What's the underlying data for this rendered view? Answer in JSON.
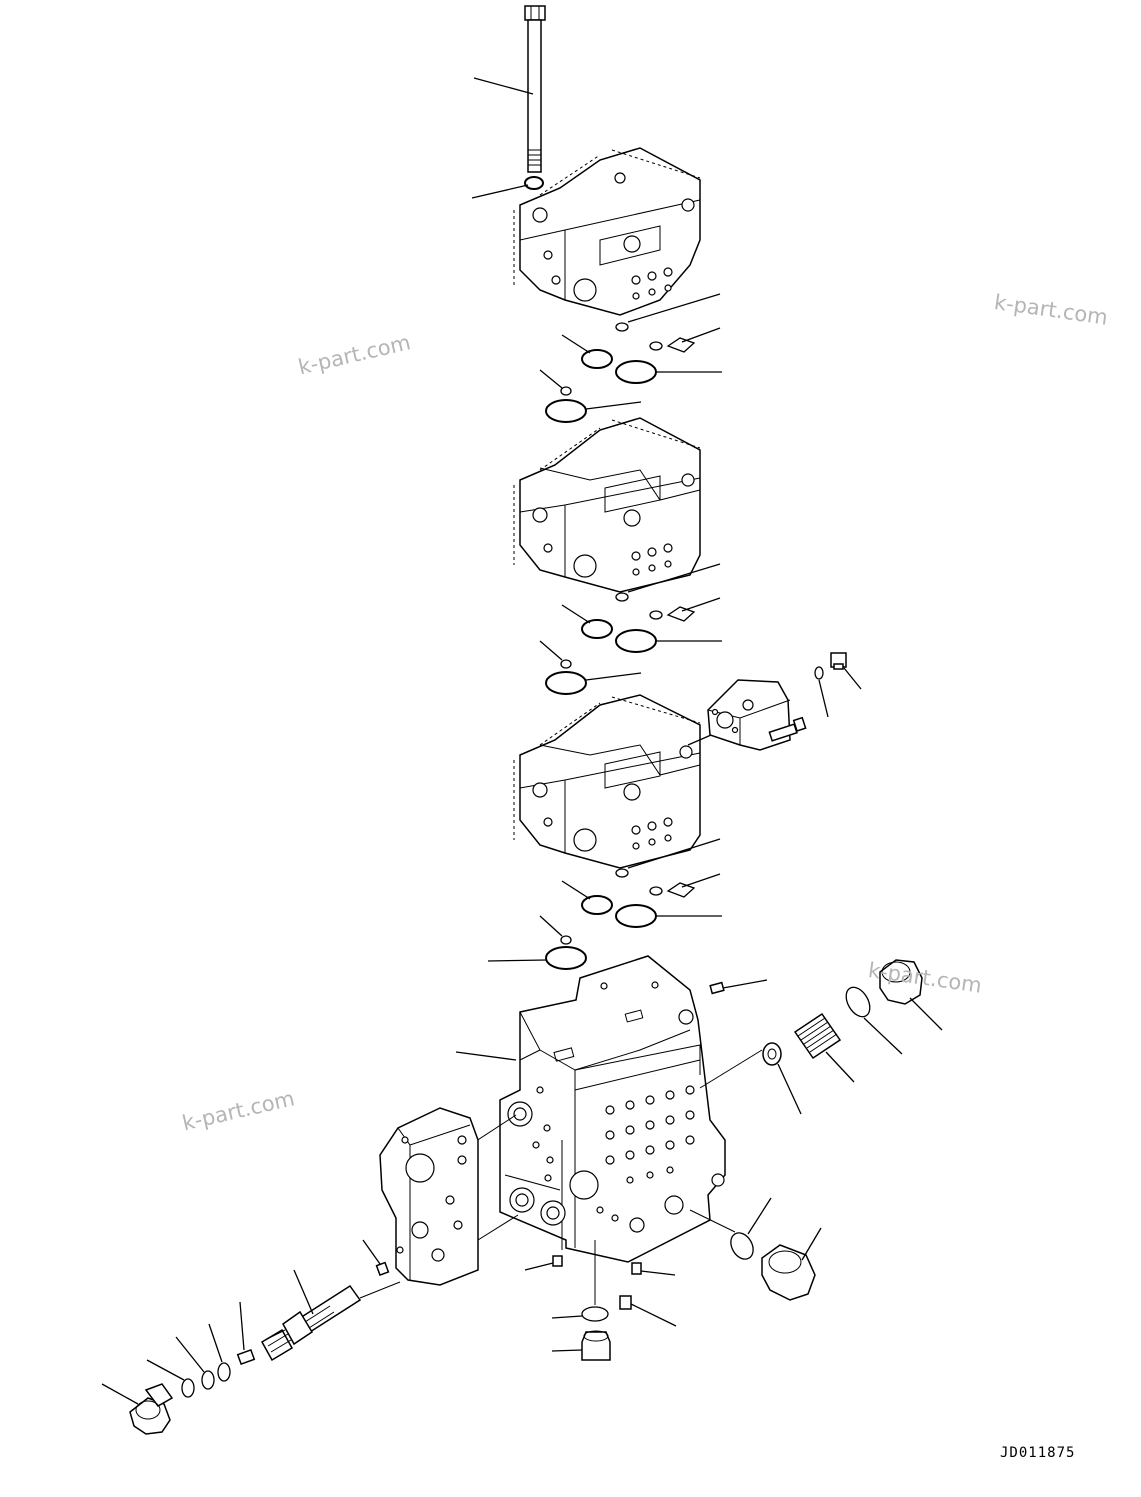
{
  "watermarks": [
    "k-part.com",
    "k-part.com",
    "k-part.com",
    "k-part.com"
  ],
  "drawing_code": "JD011875"
}
